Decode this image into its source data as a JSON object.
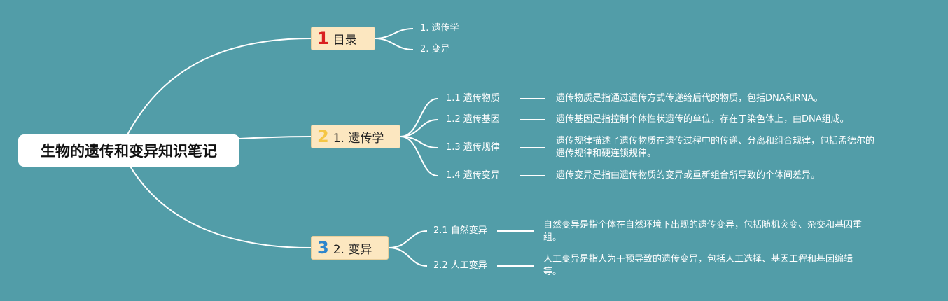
{
  "root": {
    "title": "生物的遗传和变异知识笔记"
  },
  "branches": [
    {
      "number": "1",
      "number_color": "#d9211f",
      "title": "目录",
      "children": [
        {
          "label": "1. 遗传学"
        },
        {
          "label": "2. 变异"
        }
      ]
    },
    {
      "number": "2",
      "number_color": "#f5c645",
      "title": "1. 遗传学",
      "children": [
        {
          "label": "1.1 遗传物质",
          "desc": [
            "遗传物质是指通过遗传方式传递给后代的物质，包括DNA和RNA。"
          ]
        },
        {
          "label": "1.2 遗传基因",
          "desc": [
            "遗传基因是指控制个体性状遗传的单位，存在于染色体上，由DNA组成。"
          ]
        },
        {
          "label": "1.3 遗传规律",
          "desc": [
            "遗传规律描述了遗传物质在遗传过程中的传递、分离和组合规律，包括孟德尔的",
            "遗传规律和硬连锁规律。"
          ]
        },
        {
          "label": "1.4 遗传变异",
          "desc": [
            "遗传变异是指由遗传物质的变异或重新组合所导致的个体间差异。"
          ]
        }
      ]
    },
    {
      "number": "3",
      "number_color": "#2f86cc",
      "title": "2. 变异",
      "children": [
        {
          "label": "2.1 自然变异",
          "desc": [
            "自然变异是指个体在自然环境下出现的遗传变异，包括随机突变、杂交和基因重",
            "组。"
          ]
        },
        {
          "label": "2.2 人工变异",
          "desc": [
            "人工变异是指人为干预导致的遗传变异，包括人工选择、基因工程和基因编辑",
            "等。"
          ]
        }
      ]
    }
  ],
  "colors": {
    "background": "#529da8",
    "connector": "#ffffff",
    "branch_fill": "#fce7c0"
  }
}
